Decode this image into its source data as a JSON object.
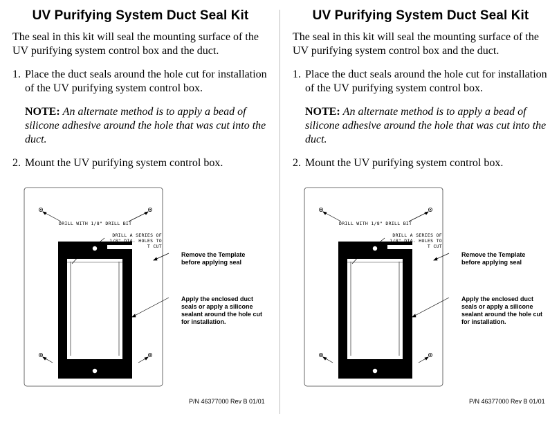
{
  "doc": {
    "title": "UV Purifying System Duct Seal Kit",
    "intro": "The seal in this kit will seal the mounting surface of the UV purifying system control box and the duct.",
    "steps": [
      {
        "num": "1.",
        "text": "Place the duct seals around the hole cut for installation of the UV purifying system control box."
      },
      {
        "num": "2.",
        "text": "Mount the UV purifying system control box."
      }
    ],
    "note": {
      "label": "NOTE:",
      "text": "An alternate method is to apply a bead of silicone adhesive around the hole that was cut into the duct."
    },
    "diagram": {
      "drill_bit_label": "DRILL WITH 1/8\" DRILL BIT",
      "drill_series_line1": "DRILL A SERIES OF",
      "drill_series_line2": "1/8\" DIA. HOLES TO",
      "drill_series_line3": "T CUT",
      "remove_template_label": "Remove the Template before applying seal",
      "apply_seal_label": "Apply the enclosed duct seals or apply a silicone sealant around the hole cut for installation."
    },
    "part_number": "P/N 46377000 Rev B 01/01"
  }
}
